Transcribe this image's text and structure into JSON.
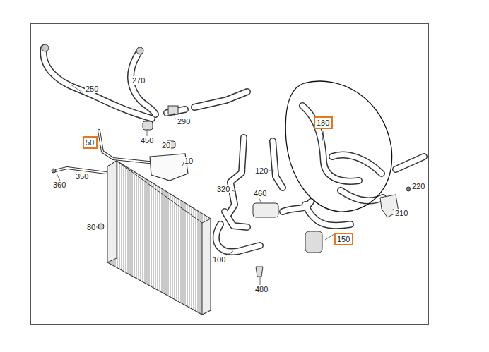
{
  "diagram": {
    "nodes": [
      {
        "text": [
          "180"
        ]
      },
      {
        "text": [
          "50"
        ]
      },
      {
        "text": [
          "150"
        ]
      }
    ],
    "labels": [
      "250",
      "270",
      "290",
      "450",
      "20",
      "10",
      "360",
      "350",
      "120",
      "320",
      "460",
      "220",
      "210",
      "80",
      "100",
      "480"
    ]
  }
}
